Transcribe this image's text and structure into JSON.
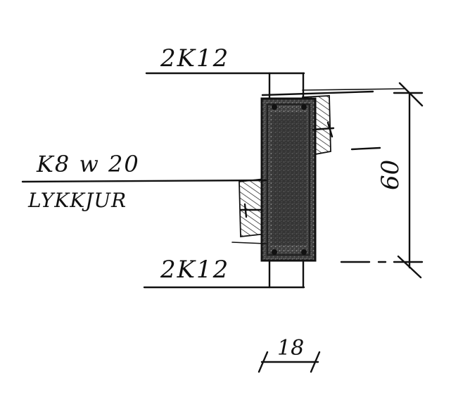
{
  "labels": {
    "top_rebar": "2K12",
    "bottom_rebar": "2K12",
    "stirrup": "K8 w 20",
    "stirrup_note": "LYKKJUR",
    "height_dim": "60",
    "width_dim": "18"
  },
  "colors": {
    "ink": "#111111",
    "concrete": "#4a4a4a",
    "background": "#ffffff"
  }
}
